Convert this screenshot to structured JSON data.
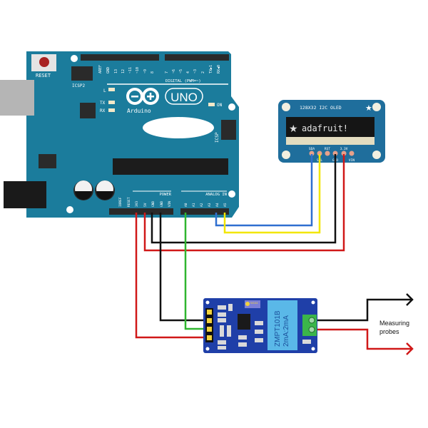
{
  "arduino": {
    "logo_text": "Arduino",
    "model": "UNO",
    "reset_label": "RESET",
    "icsp2_label": "ICSP2",
    "icsp_label": "ICSP",
    "led_l": "L",
    "led_tx": "TX",
    "led_rx": "RX",
    "led_on": "ON",
    "digital_label": "DIGITAL (PWM=~)",
    "power_label": "POWER",
    "analog_label": "ANALOG IN",
    "top_pins": [
      "AREF",
      "GND",
      "13",
      "12",
      "~11",
      "~10",
      "~9",
      "8",
      "7",
      "~6",
      "~5",
      "4",
      "~3",
      "2",
      "TX▶1",
      "RX◀0"
    ],
    "power_pins": [
      "IOREF",
      "RESET",
      "3V3",
      "5V",
      "GND",
      "GND",
      "VIN"
    ],
    "analog_pins": [
      "A0",
      "A1",
      "A2",
      "A3",
      "A4",
      "A5"
    ],
    "board_color": "#1b7c9c"
  },
  "oled": {
    "title": "128X32 I2C OLED",
    "display_text": "adafruit!",
    "pins": [
      "SDA",
      "SCL",
      "RST",
      "GND",
      "3.3V",
      "VIN"
    ]
  },
  "sensor": {
    "model_line1": "ZMPT101B",
    "model_line2": "2mA:2mA",
    "pot_label": "W104"
  },
  "probes": {
    "label_line1": "Measuring",
    "label_line2": "probes"
  },
  "wire_colors": {
    "sda": "#2f6fd0",
    "scl": "#f2e600",
    "gnd": "#111111",
    "power": "#d01818",
    "signal": "#2fb52f"
  }
}
